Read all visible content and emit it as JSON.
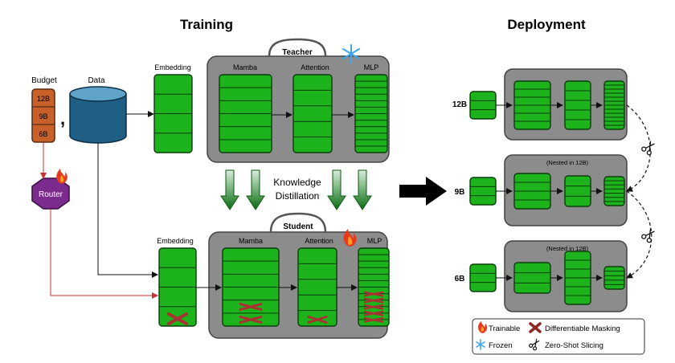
{
  "headings": {
    "training": "Training",
    "deployment": "Deployment"
  },
  "inputs": {
    "budget_label": "Budget",
    "budgets": [
      "12B",
      "9B",
      "6B"
    ],
    "data_label": "Data",
    "comma": ","
  },
  "router": {
    "label": "Router"
  },
  "teacher": {
    "label": "Teacher",
    "embedding": "Embedding",
    "mamba": "Mamba",
    "attention": "Attention",
    "mlp": "MLP"
  },
  "distill": {
    "line1": "Knowledge",
    "line2": "Distillation"
  },
  "student": {
    "label": "Student",
    "embedding": "Embedding",
    "mamba": "Mamba",
    "attention": "Attention",
    "mlp": "MLP"
  },
  "deployment": {
    "models": [
      {
        "size": "12B",
        "note": ""
      },
      {
        "size": "9B",
        "note": "(Nested in 12B)"
      },
      {
        "size": "6B",
        "note": "(Nested in 12B)"
      }
    ]
  },
  "legend": {
    "trainable": "Trainable",
    "frozen": "Frozen",
    "masking": "Differentiable Masking",
    "slicing": "Zero-Shot Slicing"
  },
  "icons": {
    "trainable": "flame-icon",
    "frozen": "snowflake-icon",
    "masking": "red-x-mask-icon",
    "slicing": "scissors-icon"
  },
  "colors": {
    "block_green": "#1db31d",
    "panel_gray": "#8c8c8c",
    "budget_orange": "#c8602a",
    "router_purple": "#7b2a8e",
    "data_blue": "#1f5f86",
    "mask_red": "#a83232",
    "edge_red": "#c83232"
  }
}
